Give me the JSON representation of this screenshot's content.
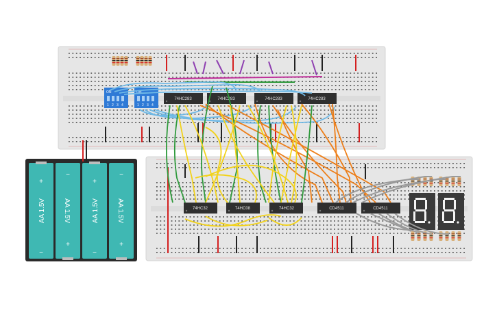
{
  "upper_board": {
    "dip_switches": [
      {
        "on_label": "ON",
        "numbers": [
          "1",
          "2",
          "3",
          "4"
        ]
      },
      {
        "on_label": "ON",
        "numbers": [
          "1",
          "2",
          "3",
          "4"
        ]
      }
    ],
    "chips": [
      "74HC283",
      "74HC283",
      "74HC283",
      "74HC283"
    ],
    "resistor_pack_count": 2
  },
  "lower_board": {
    "chips": [
      "74HC32",
      "74HC08",
      "74HC32",
      "CD4511",
      "CD4511"
    ],
    "seven_segment_displays": 2
  },
  "battery_pack": {
    "cells": [
      {
        "label": "AA 1.5V",
        "plus": "+",
        "minus": "−",
        "orientation": "plus-top"
      },
      {
        "label": "AA 1.5V",
        "plus": "+",
        "minus": "−",
        "orientation": "plus-bottom"
      },
      {
        "label": "AA 1.5V",
        "plus": "+",
        "minus": "−",
        "orientation": "plus-top"
      },
      {
        "label": "AA 1.5V",
        "plus": "+",
        "minus": "−",
        "orientation": "plus-bottom"
      }
    ]
  },
  "colors": {
    "board": "#e6e6e6",
    "chip": "#2f2f2f",
    "battery_body": "#2a2a2a",
    "cell": "#3fb8b3",
    "dip": "#2f7ad6",
    "display": "#3a3a3a",
    "wire_yellow": "#f2d21b",
    "wire_green": "#2f9a3c",
    "wire_orange": "#ee7a10",
    "wire_blue": "#6fb9e6",
    "wire_purple": "#8e3fb0",
    "wire_gray": "#9a9a9a",
    "wire_red": "#d42020",
    "wire_black": "#222222"
  }
}
